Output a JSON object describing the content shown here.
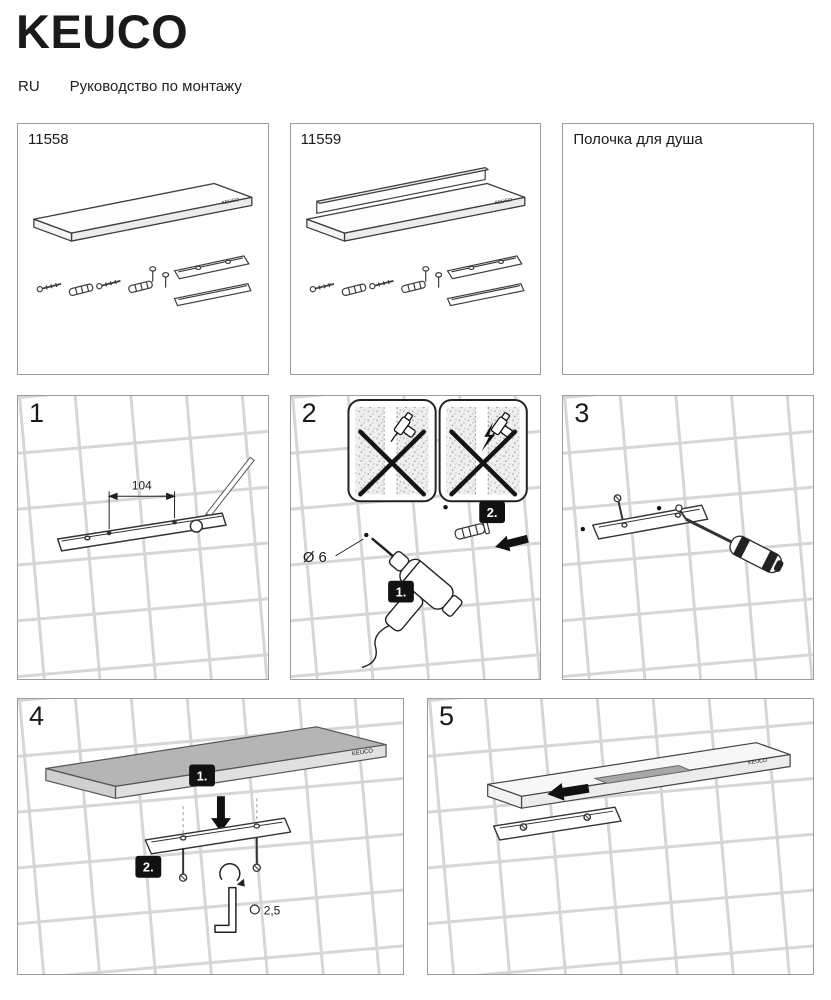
{
  "header": {
    "brand": "KEUCO",
    "lang_code": "RU",
    "subtitle": "Руководство по монтажу"
  },
  "products": {
    "p1": {
      "id": "11558"
    },
    "p2": {
      "id": "11559"
    },
    "p3": {
      "title": "Полочка для душа"
    }
  },
  "steps": {
    "s1": {
      "num": "1",
      "dim": "104"
    },
    "s2": {
      "num": "2",
      "dia": "Ø 6",
      "tag1": "1.",
      "tag2": "2."
    },
    "s3": {
      "num": "3"
    },
    "s4": {
      "num": "4",
      "tag1": "1.",
      "tag2": "2.",
      "hex": "2,5"
    },
    "s5": {
      "num": "5"
    }
  },
  "colors": {
    "line": "#3c3c3c",
    "tile_joint": "#d6d6d6",
    "shelf_gray": "#b5b5b5",
    "tag_black": "#111111"
  }
}
